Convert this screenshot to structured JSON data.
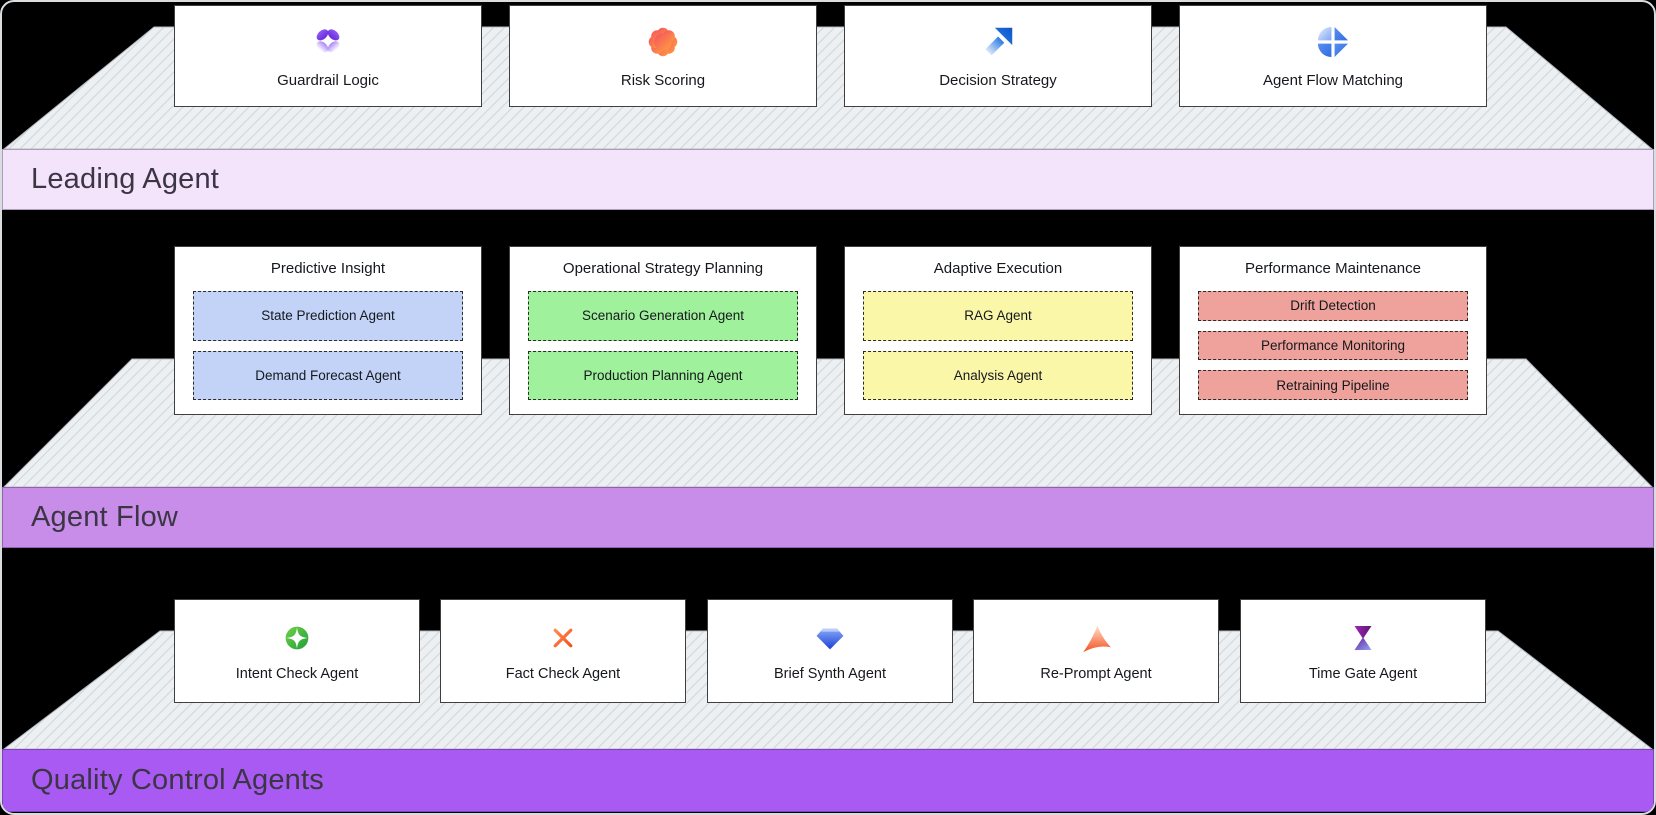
{
  "colors": {
    "background": "#000000",
    "platform_surface": "#edf0f2",
    "platform_hatch": "#d4d9dc",
    "card_background": "#ffffff",
    "card_border": "#3f3f3f",
    "band_text": "#3b3544"
  },
  "platforms": [
    {
      "id": "leading-agent",
      "band_label": "Leading Agent",
      "band_color": "#f3e3fb",
      "cards": [
        {
          "label": "Guardrail Logic",
          "icon": "guardrail-logic-icon"
        },
        {
          "label": "Risk Scoring",
          "icon": "risk-scoring-icon"
        },
        {
          "label": "Decision Strategy",
          "icon": "decision-strategy-icon"
        },
        {
          "label": "Agent Flow Matching",
          "icon": "agent-flow-matching-icon"
        }
      ]
    },
    {
      "id": "agent-flow",
      "band_label": "Agent Flow",
      "band_color": "#c78de9",
      "cards": [
        {
          "title": "Predictive Insight",
          "box_color": "#c3d2f7",
          "agents": [
            "State Prediction Agent",
            "Demand Forecast Agent"
          ]
        },
        {
          "title": "Operational Strategy Planning",
          "box_color": "#a0f19b",
          "agents": [
            "Scenario Generation Agent",
            "Production Planning Agent"
          ]
        },
        {
          "title": "Adaptive Execution",
          "box_color": "#fbf7a8",
          "agents": [
            "RAG Agent",
            "Analysis Agent"
          ]
        },
        {
          "title": "Performance Maintenance",
          "box_color": "#efa29b",
          "agents": [
            "Drift Detection",
            "Performance Monitoring",
            "Retraining Pipeline"
          ]
        }
      ]
    },
    {
      "id": "quality-control-agents",
      "band_label": "Quality Control Agents",
      "band_color": "#a95af3",
      "cards": [
        {
          "label": "Intent Check Agent",
          "icon": "intent-check-icon"
        },
        {
          "label": "Fact Check Agent",
          "icon": "fact-check-icon"
        },
        {
          "label": "Brief Synth Agent",
          "icon": "brief-synth-icon"
        },
        {
          "label": "Re-Prompt Agent",
          "icon": "re-prompt-icon"
        },
        {
          "label": "Time Gate Agent",
          "icon": "time-gate-icon"
        }
      ]
    }
  ]
}
